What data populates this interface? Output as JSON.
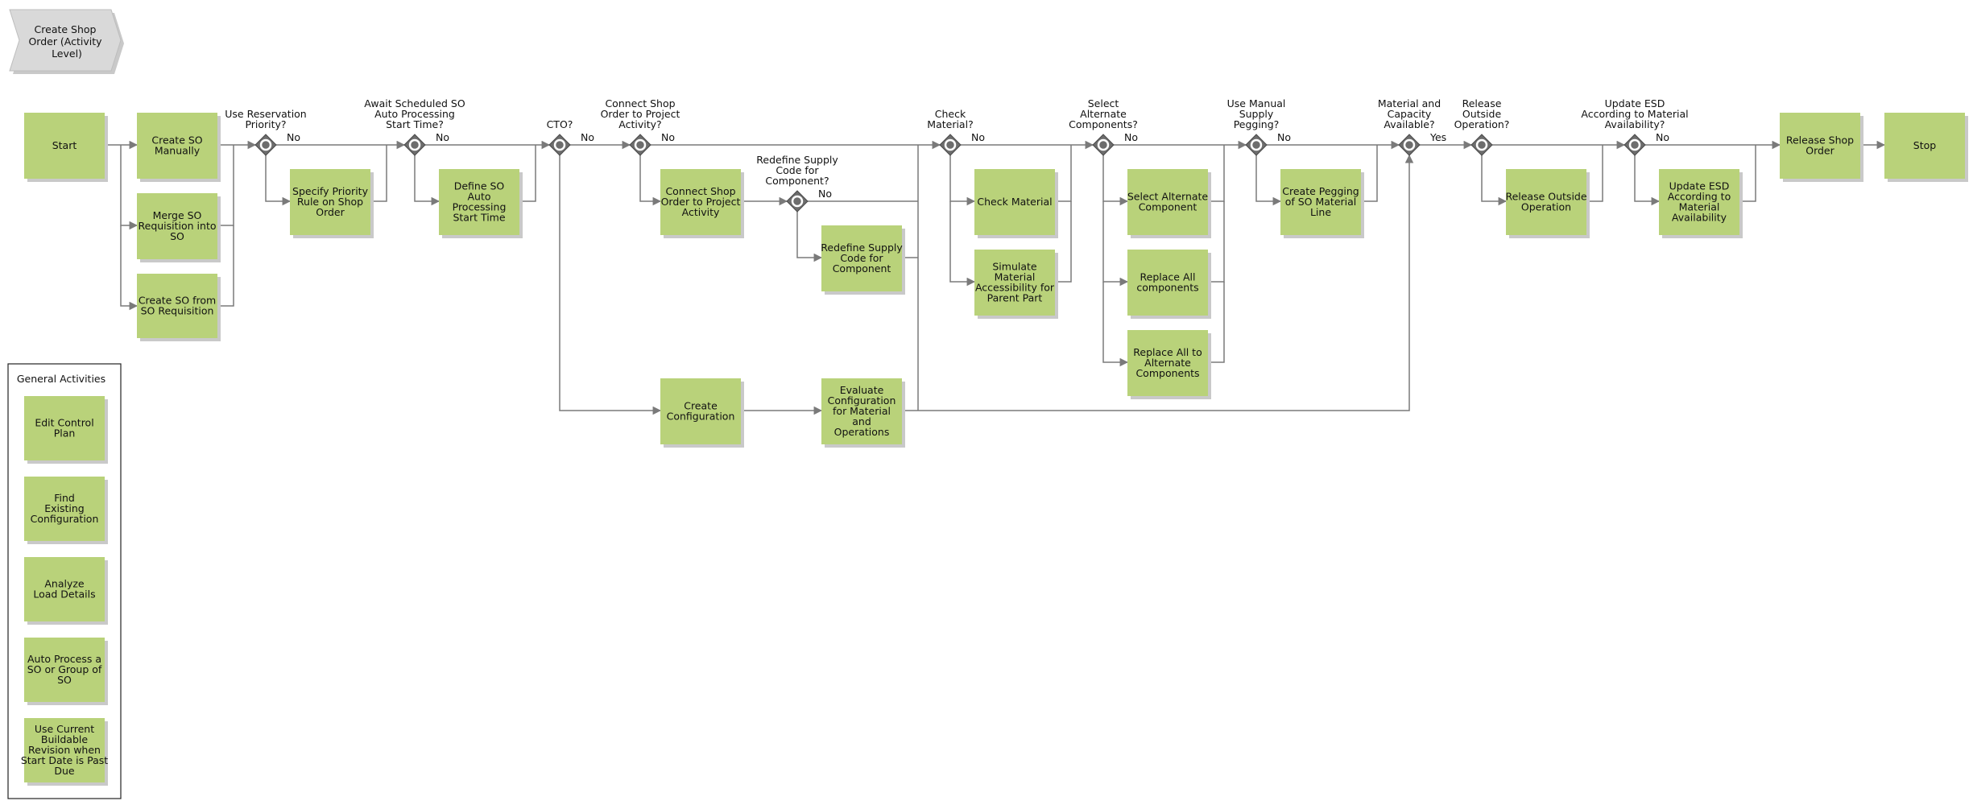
{
  "header": {
    "lines": [
      "Create Shop",
      "Order (Activity",
      "Level)"
    ]
  },
  "colors": {
    "activity_fill": "#b9d27a",
    "activity_shadow": "#c9c9c9",
    "gateway": "#6d6d6d",
    "line": "#7a7a7a",
    "header_fill": "#d9d9d9"
  },
  "activities": {
    "start": [
      "Start"
    ],
    "create_so_manually": [
      "Create SO",
      "Manually"
    ],
    "merge_so_req": [
      "Merge SO",
      "Requisition into",
      "SO"
    ],
    "create_so_from_req": [
      "Create SO from",
      "SO Requisition"
    ],
    "specify_priority": [
      "Specify Priority",
      "Rule on Shop",
      "Order"
    ],
    "define_so_auto": [
      "Define SO",
      "Auto",
      "Processing",
      "Start Time"
    ],
    "connect_shop_order": [
      "Connect Shop",
      "Order to Project",
      "Activity"
    ],
    "redefine_supply": [
      "Redefine Supply",
      "Code for",
      "Component"
    ],
    "create_configuration": [
      "Create",
      "Configuration"
    ],
    "evaluate_configuration": [
      "Evaluate",
      "Configuration",
      "for Material",
      "and",
      "Operations"
    ],
    "check_material": [
      "Check Material"
    ],
    "simulate_material": [
      "Simulate",
      "Material",
      "Accessibility for",
      "Parent Part"
    ],
    "select_alternate": [
      "Select Alternate",
      "Component"
    ],
    "replace_all": [
      "Replace All",
      "components"
    ],
    "replace_all_alt": [
      "Replace All to",
      "Alternate",
      "Components"
    ],
    "create_pegging": [
      "Create Pegging",
      "of SO Material",
      "Line"
    ],
    "release_outside": [
      "Release Outside",
      "Operation"
    ],
    "update_esd": [
      "Update ESD",
      "According to",
      "Material",
      "Availability"
    ],
    "release_shop_order": [
      "Release Shop",
      "Order"
    ],
    "stop": [
      "Stop"
    ]
  },
  "gateways": {
    "g1": {
      "question": [
        "Use Reservation",
        "Priority?"
      ],
      "branch": "No"
    },
    "g2": {
      "question": [
        "Await Scheduled SO",
        "Auto Processing",
        "Start Time?"
      ],
      "branch": "No"
    },
    "g3": {
      "question": [
        "CTO?"
      ],
      "branch": "No"
    },
    "g4": {
      "question": [
        "Connect Shop",
        "Order to Project",
        "Activity?"
      ],
      "branch": "No"
    },
    "g5": {
      "question": [
        "Redefine Supply",
        "Code for",
        "Component?"
      ],
      "branch": "No"
    },
    "g6": {
      "question": [
        "Check",
        "Material?"
      ],
      "branch": "No"
    },
    "g7": {
      "question": [
        "Select",
        "Alternate",
        "Components?"
      ],
      "branch": "No"
    },
    "g8": {
      "question": [
        "Use Manual",
        "Supply",
        "Pegging?"
      ],
      "branch": "No"
    },
    "g9": {
      "question": [
        "Material and",
        "Capacity",
        "Available?"
      ],
      "branch": "Yes"
    },
    "g10": {
      "question": [
        "Release",
        "Outside",
        "Operation?"
      ],
      "branch": ""
    },
    "g11": {
      "question": [
        "Update ESD",
        "According to Material",
        "Availability?"
      ],
      "branch": "No"
    }
  },
  "general": {
    "title": "General Activities",
    "items": {
      "edit_control_plan": [
        "Edit Control",
        "Plan"
      ],
      "find_existing_config": [
        "Find",
        "Existing",
        "Configuration"
      ],
      "analyze_load": [
        "Analyze",
        "Load Details"
      ],
      "auto_process": [
        "Auto Process a",
        "SO or Group of",
        "SO"
      ],
      "use_current_buildable": [
        "Use Current",
        "Buildable",
        "Revision when",
        "Start Date is Past",
        "Due"
      ]
    }
  }
}
